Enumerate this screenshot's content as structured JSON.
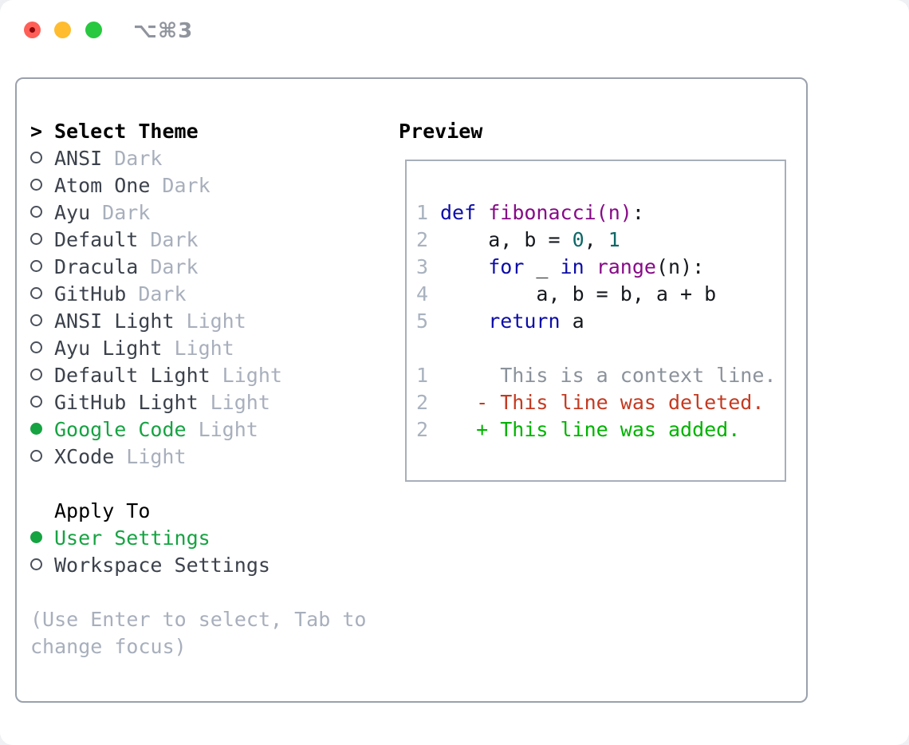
{
  "colors": {
    "dot_red": "#ff5f57",
    "dot_red_core": "#8b070a",
    "dot_yellow": "#febc2e",
    "dot_green": "#28c840",
    "title_gray": "#8f949d",
    "border_outer": "#9aa1ac",
    "border_preview": "#a8afb9",
    "text_black": "#000000",
    "text_dark": "#3c424c",
    "muted": "#a8afbc",
    "green": "#16a342",
    "circle": "#4b515c",
    "kw": "#0d0da8",
    "fn": "#870b87",
    "num": "#0e6868",
    "plain": "#15181d",
    "lnum": "#a9b2bf",
    "ctx": "#8b929b",
    "del": "#c43a21",
    "add": "#00b300"
  },
  "window": {
    "title": "⌥⌘3"
  },
  "theme_selector": {
    "header_prefix": ">",
    "header": "Select Theme",
    "themes": [
      {
        "name": "ANSI",
        "variant": "Dark",
        "selected": false
      },
      {
        "name": "Atom One",
        "variant": "Dark",
        "selected": false
      },
      {
        "name": "Ayu",
        "variant": "Dark",
        "selected": false
      },
      {
        "name": "Default",
        "variant": "Dark",
        "selected": false
      },
      {
        "name": "Dracula",
        "variant": "Dark",
        "selected": false
      },
      {
        "name": "GitHub",
        "variant": "Dark",
        "selected": false
      },
      {
        "name": "ANSI Light",
        "variant": "Light",
        "selected": false
      },
      {
        "name": "Ayu Light",
        "variant": "Light",
        "selected": false
      },
      {
        "name": "Default Light",
        "variant": "Light",
        "selected": false
      },
      {
        "name": "GitHub Light",
        "variant": "Light",
        "selected": false
      },
      {
        "name": "Google Code",
        "variant": "Light",
        "selected": true
      },
      {
        "name": "XCode",
        "variant": "Light",
        "selected": false
      }
    ]
  },
  "apply_to": {
    "header": "Apply To",
    "options": [
      {
        "label": "User Settings",
        "selected": true
      },
      {
        "label": "Workspace Settings",
        "selected": false
      }
    ]
  },
  "help": {
    "line1": "(Use Enter to select, Tab to",
    "line2": "change focus)"
  },
  "preview": {
    "header": "Preview",
    "lines": [
      {
        "num": "1",
        "tokens": [
          {
            "t": "def",
            "c": "tok-kw"
          },
          {
            "t": " ",
            "c": "tok-pl"
          },
          {
            "t": "fibonacci(n)",
            "c": "tok-fn"
          },
          {
            "t": ":",
            "c": "tok-pl"
          }
        ]
      },
      {
        "num": "2",
        "tokens": [
          {
            "t": "    a, b = ",
            "c": "tok-pl"
          },
          {
            "t": "0",
            "c": "tok-num"
          },
          {
            "t": ", ",
            "c": "tok-pl"
          },
          {
            "t": "1",
            "c": "tok-num"
          }
        ]
      },
      {
        "num": "3",
        "tokens": [
          {
            "t": "    ",
            "c": "tok-pl"
          },
          {
            "t": "for",
            "c": "tok-kw"
          },
          {
            "t": " _ ",
            "c": "tok-pl"
          },
          {
            "t": "in",
            "c": "tok-kw"
          },
          {
            "t": " ",
            "c": "tok-pl"
          },
          {
            "t": "range",
            "c": "tok-fn"
          },
          {
            "t": "(n):",
            "c": "tok-pl"
          }
        ]
      },
      {
        "num": "4",
        "tokens": [
          {
            "t": "        a, b = b, a + b",
            "c": "tok-pl"
          }
        ]
      },
      {
        "num": "5",
        "tokens": [
          {
            "t": "    ",
            "c": "tok-pl"
          },
          {
            "t": "return",
            "c": "tok-kw"
          },
          {
            "t": " a",
            "c": "tok-pl"
          }
        ]
      },
      {
        "num": "",
        "tokens": []
      },
      {
        "num": "1",
        "tokens": [
          {
            "t": "     This is a context line.",
            "c": "tok-ctx"
          }
        ]
      },
      {
        "num": "2",
        "tokens": [
          {
            "t": "   - This line was deleted.",
            "c": "tok-del"
          }
        ]
      },
      {
        "num": "2",
        "tokens": [
          {
            "t": "   + This line was added.",
            "c": "tok-add"
          }
        ]
      }
    ]
  }
}
